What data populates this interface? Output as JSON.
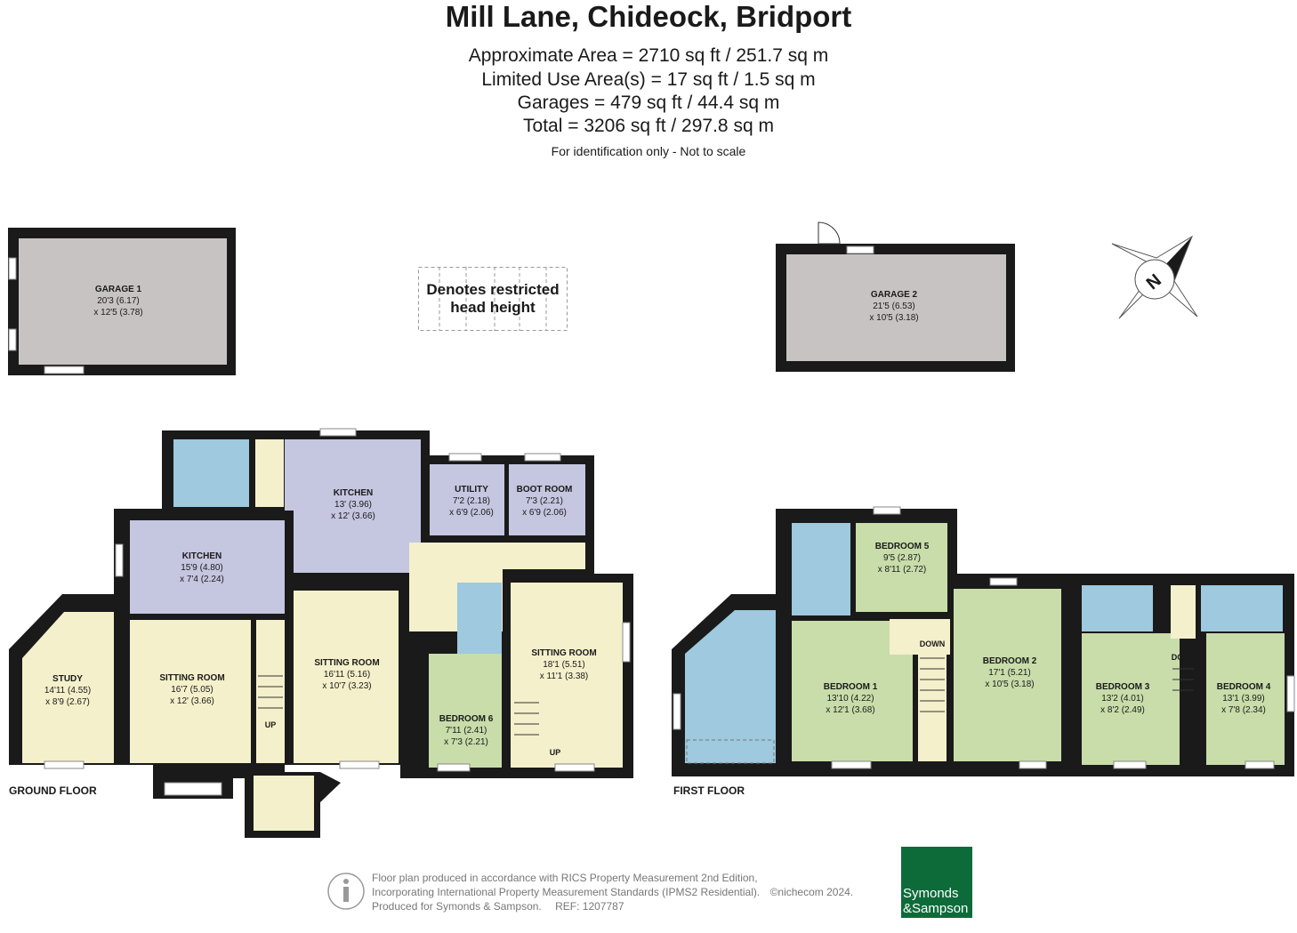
{
  "header": {
    "title": "Mill Lane, Chideock, Bridport",
    "area_lines": [
      "Approximate Area = 2710 sq ft / 251.7 sq m",
      "Limited Use Area(s) = 17 sq ft / 1.5 sq m",
      "Garages = 479 sq ft / 44.4 sq m",
      "Total = 3206 sq ft / 297.8 sq m"
    ],
    "note": "For identification only - Not to scale"
  },
  "legend": {
    "line1": "Denotes restricted",
    "line2": "head height"
  },
  "floors": {
    "ground": "GROUND FLOOR",
    "first": "FIRST FLOOR"
  },
  "rooms": {
    "garage1": {
      "name": "GARAGE 1",
      "dim1": "20'3 (6.17)",
      "dim2": "x 12'5 (3.78)"
    },
    "garage2": {
      "name": "GARAGE 2",
      "dim1": "21'5 (6.53)",
      "dim2": "x 10'5 (3.18)"
    },
    "kitchen_a": {
      "name": "KITCHEN",
      "dim1": "13' (3.96)",
      "dim2": "x 12' (3.66)"
    },
    "utility": {
      "name": "UTILITY",
      "dim1": "7'2 (2.18)",
      "dim2": "x 6'9 (2.06)"
    },
    "boot_room": {
      "name": "BOOT ROOM",
      "dim1": "7'3 (2.21)",
      "dim2": "x 6'9 (2.06)"
    },
    "kitchen_b": {
      "name": "KITCHEN",
      "dim1": "15'9 (4.80)",
      "dim2": "x 7'4 (2.24)"
    },
    "study": {
      "name": "STUDY",
      "dim1": "14'11 (4.55)",
      "dim2": "x 8'9 (2.67)"
    },
    "sitting_a": {
      "name": "SITTING ROOM",
      "dim1": "16'7 (5.05)",
      "dim2": "x 12' (3.66)"
    },
    "sitting_b": {
      "name": "SITTING ROOM",
      "dim1": "16'11 (5.16)",
      "dim2": "x 10'7 (3.23)"
    },
    "sitting_c": {
      "name": "SITTING ROOM",
      "dim1": "18'1 (5.51)",
      "dim2": "x 11'1 (3.38)"
    },
    "bedroom6": {
      "name": "BEDROOM 6",
      "dim1": "7'11 (2.41)",
      "dim2": "x 7'3 (2.21)"
    },
    "bedroom5": {
      "name": "BEDROOM 5",
      "dim1": "9'5 (2.87)",
      "dim2": "x 8'11 (2.72)"
    },
    "bedroom1": {
      "name": "BEDROOM 1",
      "dim1": "13'10 (4.22)",
      "dim2": "x 12'1 (3.68)"
    },
    "bedroom2": {
      "name": "BEDROOM 2",
      "dim1": "17'1 (5.21)",
      "dim2": "x 10'5 (3.18)"
    },
    "bedroom3": {
      "name": "BEDROOM 3",
      "dim1": "13'2 (4.01)",
      "dim2": "x 8'2 (2.49)"
    },
    "bedroom4": {
      "name": "BEDROOM 4",
      "dim1": "13'1 (3.99)",
      "dim2": "x 7'8 (2.34)"
    }
  },
  "stairs": {
    "up1": "UP",
    "up2": "UP",
    "down1": "DOWN",
    "down2": "DOWN"
  },
  "compass": {
    "letter": "N"
  },
  "footer": {
    "line1": "Floor plan produced in accordance with RICS Property Measurement 2nd Edition,",
    "line2": "Incorporating International Property Measurement Standards (IPMS2 Residential).",
    "copyright": "©nichecom 2024.",
    "line3": "Produced for Symonds & Sampson.",
    "ref": "REF:  1207787",
    "logo_line1": "Symonds",
    "logo_line2": "&Sampson"
  },
  "colors": {
    "wall": "#1a1a1a",
    "garage": "#c8c3c3",
    "kitchen": "#c5c6e0",
    "bath": "#9ec9de",
    "sitting": "#f4f0cb",
    "bedroom": "#c8ddaa",
    "logo": "#0d6b3a"
  }
}
